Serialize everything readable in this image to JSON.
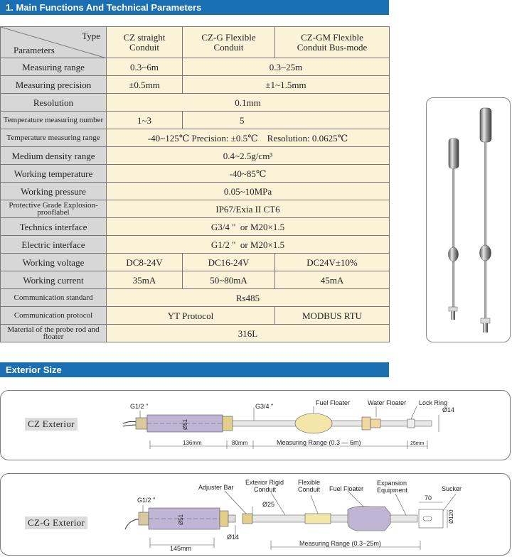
{
  "sections": {
    "main_title": "1. Main Functions And Technical Parameters",
    "exterior_title": "Exterior Size"
  },
  "table": {
    "corner_type": "Type",
    "corner_parameters": "Parameters",
    "col1_line1": "CZ straight",
    "col1_line2": "Conduit",
    "col2_line1": "CZ-G  Flexible",
    "col2_line2": "Conduit",
    "col3_line1": "CZ-GM  Flexible",
    "col3_line2": "Conduit Bus-mode",
    "rows": [
      {
        "label": "Measuring range",
        "v1": "0.3~6m",
        "v23": "0.3~25m"
      },
      {
        "label": "Measuring precision",
        "v1": "±0.5mm",
        "v23": "±1~1.5mm"
      },
      {
        "label": "Resolution",
        "v": "0.1mm"
      },
      {
        "label": "Temperature measuring number",
        "v1": "1~3",
        "v2": "5"
      },
      {
        "label": "Temperature measuring range",
        "v": "-40~125℃ Precision: ±0.5℃    Resolution: 0.0625℃"
      },
      {
        "label": "Medium density range",
        "v": "0.4~2.5g/cm³"
      },
      {
        "label": "Working temperature",
        "v": "-40~85℃"
      },
      {
        "label": "Working pressure",
        "v": "0.05~10MPa"
      },
      {
        "label": "Protective Grade Explosion-prooflabel",
        "v": "IP67/Exia II CT6"
      },
      {
        "label": "Technics interface",
        "v": "G3/4 \"  or M20×1.5"
      },
      {
        "label": "Electric interface",
        "v": "G1/2 \"  or M20×1.5"
      },
      {
        "label": "Working voltage",
        "v1": "DC8-24V",
        "v2": "DC16-24V",
        "v3": "DC24V±10%"
      },
      {
        "label": "Working current",
        "v1": "35mA",
        "v2": "50~80mA",
        "v3": "45mA"
      },
      {
        "label": "Communication standard",
        "v": "Rs485"
      },
      {
        "label": "Communication protocol",
        "v12": "YT Protocol",
        "v3": "MODBUS RTU"
      },
      {
        "label": "Material of the probe rod and floater",
        "v": "316L"
      }
    ]
  },
  "cz": {
    "label": "CZ Exterior",
    "g12": "G1/2 \"",
    "g34": "G3/4 \"",
    "d51": "Ø51",
    "fuel_floater": "Fuel Floater",
    "water_floater": "Water Floater",
    "lock_ring": "Lock Ring",
    "d14": "Ø14",
    "dim_136": "136mm",
    "dim_80": "80mm",
    "measuring_range": "Measuring Range (0.3 — 6m)",
    "dim_25": "25mm"
  },
  "czg": {
    "label": "CZ-G  Exterior",
    "g12": "G1/2 \"",
    "adjuster_bar": "Adjuster Bar",
    "exterior_rigid_1": "Exterior Rigid",
    "exterior_rigid_2": "Conduit",
    "flexible_1": "Flexible",
    "flexible_2": "Conduit",
    "fuel_floater": "Fuel Floater",
    "expansion_1": "Expansion",
    "expansion_2": "Equipment",
    "sucker": "Sucker",
    "d25": "Ø25",
    "d51": "Ø51",
    "d14": "Ø14",
    "dim_70": "70",
    "d120": "Ø120",
    "dim_145": "145mm",
    "measuring_range": "Measuring Range (0.3~25m)"
  }
}
